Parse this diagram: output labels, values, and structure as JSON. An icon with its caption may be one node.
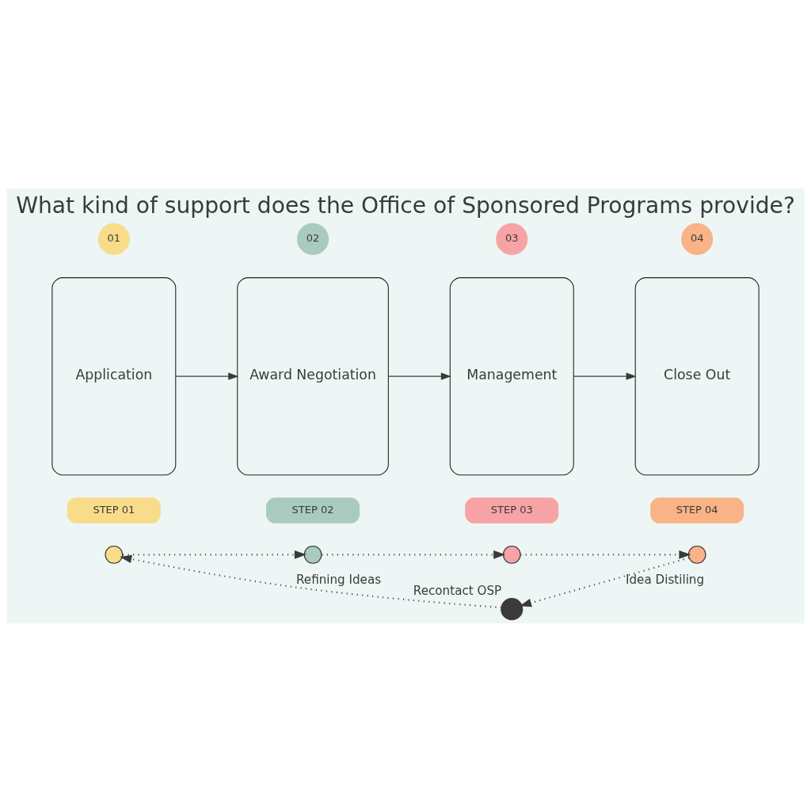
{
  "diagram": {
    "title": "What kind of support does the Office of Sponsored Programs provide?",
    "nodes": [
      {
        "text": [
          "01"
        ]
      },
      {
        "text": [
          "02"
        ]
      },
      {
        "text": [
          "03"
        ]
      },
      {
        "text": [
          "04"
        ]
      },
      {
        "text": [
          "Application"
        ]
      },
      {
        "text": [
          "Award Negotiation"
        ]
      },
      {
        "text": [
          "Management"
        ]
      },
      {
        "text": [
          "Close Out"
        ]
      },
      {
        "text": [
          "STEP 01"
        ]
      },
      {
        "text": [
          "STEP 02"
        ]
      },
      {
        "text": [
          "STEP 03"
        ]
      },
      {
        "text": [
          "STEP 04"
        ]
      },
      {
        "text": [],
        "shape": "circle"
      },
      {
        "text": [],
        "shape": "circle"
      },
      {
        "text": [],
        "shape": "circle"
      },
      {
        "text": [],
        "shape": "circle"
      },
      {
        "text": [],
        "shape": "circle",
        "beside": [
          "Recontact OSP"
        ]
      }
    ],
    "edges": [
      {
        "from": 4,
        "to": 5,
        "arrow": "to"
      },
      {
        "from": 5,
        "to": 6,
        "arrow": "to"
      },
      {
        "from": 6,
        "to": 7,
        "arrow": "to"
      },
      {
        "from": 12,
        "to": 13,
        "arrow": "to",
        "style": "dashed"
      },
      {
        "from": 13,
        "to": 14,
        "arrow": "to",
        "style": "dashed"
      },
      {
        "from": 14,
        "to": 15,
        "arrow": "to",
        "style": "dashed"
      },
      {
        "from": 15,
        "to": 16,
        "arrow": "to",
        "style": "dashed",
        "label": "Idea Distiling"
      },
      {
        "from": 16,
        "to": 12,
        "arrow": "to",
        "style": "dashed",
        "label": "Refining Ideas"
      }
    ]
  }
}
